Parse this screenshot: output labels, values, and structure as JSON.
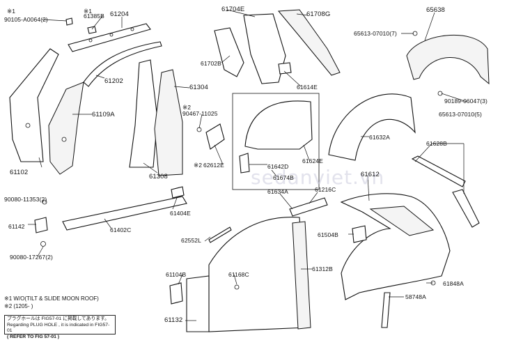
{
  "labels": {
    "l90105": "90105-A0064(2)",
    "l61385": "61385B",
    "l61204": "61204",
    "l61704": "61704E",
    "l61708": "61708G",
    "l65638": "65638",
    "l65613a": "65613-07010(7)",
    "l61202": "61202",
    "l61304": "61304",
    "l61702": "61702B",
    "l61614": "61614E",
    "l90189": "90189-06047(3)",
    "l65613b": "65613-07010(5)",
    "l61109": "61109A",
    "l90467": "90467-11025",
    "l61102": "61102",
    "l61308": "61308",
    "l62612": "62612E",
    "l61642": "61642D",
    "l61624": "61624E",
    "l61674": "61674B",
    "l61632": "61632A",
    "l61628": "61628B",
    "l90080a": "90080-11353(2)",
    "l61404": "61404E",
    "l61634": "61634A",
    "l61216": "61216C",
    "l61612": "61612",
    "l61142": "61142",
    "l61402": "61402C",
    "l62552": "62552L",
    "l61504": "61504B",
    "l90080b": "90080-17267(2)",
    "l61104": "61104B",
    "l61168": "61168C",
    "l61312": "61312B",
    "l61848": "61848A",
    "l58748": "58748A",
    "l61132": "61132",
    "star1": "※1",
    "star2": "※2",
    "star2b": "※2"
  },
  "notes": {
    "n1": "※1 W/O(TILT & SLIDE MOON ROOF)",
    "n2": "※2 (1205-      )",
    "box1": "プラグホールは FIG57-01 に掲載してあります。",
    "box2": "Regarding PLUG HOLE , it is indicated in FIG57-01",
    "box3": "( REFER TO FIG 57-01 )"
  },
  "watermark": "sedanviet.vn"
}
